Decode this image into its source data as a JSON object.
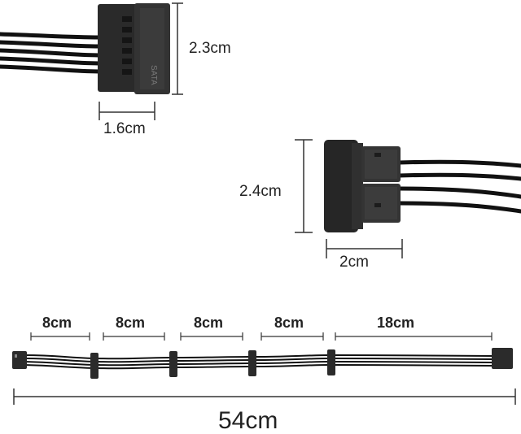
{
  "sata_connector": {
    "height_label": "2.3cm",
    "width_label": "1.6cm",
    "marking": "SATA"
  },
  "molex_connector": {
    "height_label": "2.4cm",
    "width_label": "2cm"
  },
  "cable": {
    "segments": [
      {
        "label": "8cm"
      },
      {
        "label": "8cm"
      },
      {
        "label": "8cm"
      },
      {
        "label": "8cm"
      },
      {
        "label": "18cm"
      }
    ],
    "total_label": "54cm"
  },
  "colors": {
    "cable": "#111111",
    "connector": "#2b2b2b",
    "dimension_line": "#333333"
  }
}
